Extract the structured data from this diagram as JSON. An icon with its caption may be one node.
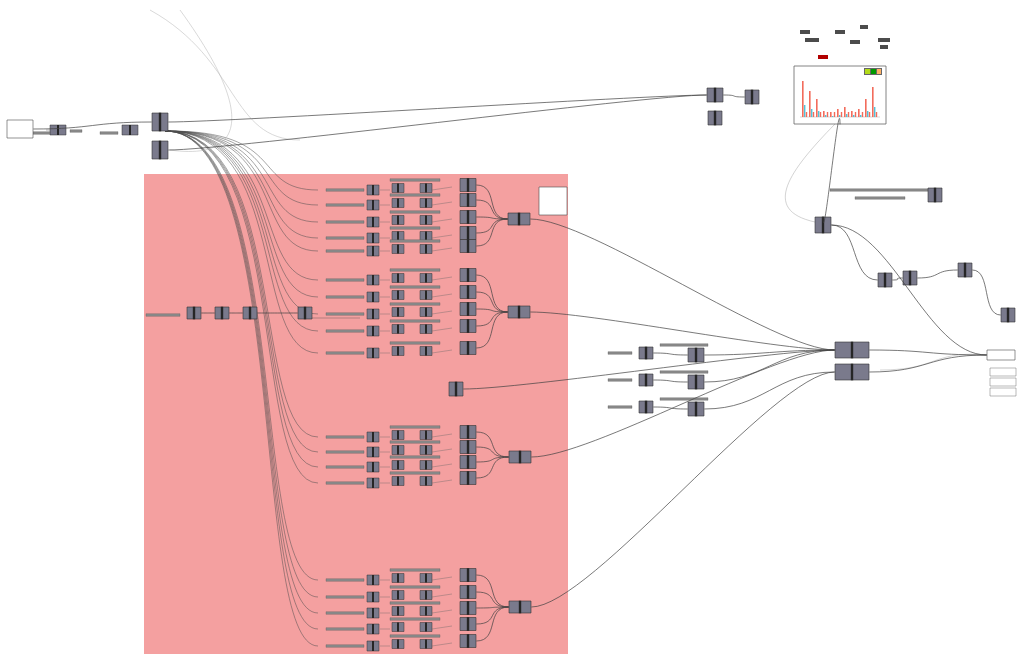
{
  "diagram": {
    "nodes": [
      {
        "text": [],
        "shape": "box"
      },
      {
        "text": [],
        "shape": "box"
      },
      {
        "text": [],
        "shape": "box"
      },
      {
        "text": [],
        "shape": "box"
      },
      {
        "text": [],
        "shape": "box",
        "in": 3
      },
      {
        "text": [],
        "shape": "box",
        "in": 3
      },
      {
        "text": [],
        "shape": "box",
        "in": 3
      },
      {
        "text": [],
        "shape": "box",
        "in": 3
      },
      {
        "text": [],
        "shape": "box",
        "in": 3
      },
      {
        "text": [],
        "shape": "box",
        "in": 3
      },
      {
        "text": [],
        "shape": "box"
      },
      {
        "text": [],
        "shape": "box"
      },
      {
        "text": [],
        "shape": "picture"
      },
      {
        "text": [],
        "shape": "box"
      },
      {
        "text": [],
        "shape": "box"
      },
      {
        "text": [],
        "shape": "box"
      },
      {
        "text": [],
        "shape": "box",
        "in": 3
      },
      {
        "text": [],
        "shape": "box",
        "in": 3
      },
      {
        "text": [],
        "shape": "box",
        "in": 3
      },
      {
        "text": [],
        "shape": "box",
        "in": 3
      },
      {
        "text": [],
        "shape": "box",
        "in": 3
      },
      {
        "text": [],
        "shape": "box",
        "in": 3
      },
      {
        "text": [],
        "shape": "box",
        "in": 3
      },
      {
        "text": [],
        "shape": "box",
        "in": 3
      },
      {
        "text": [],
        "shape": "box",
        "in": 3
      },
      {
        "text": [],
        "shape": "box",
        "in": 3
      },
      {
        "text": [],
        "shape": "box",
        "in": 3
      },
      {
        "text": [],
        "shape": "box",
        "in": 3
      },
      {
        "text": [],
        "shape": "box",
        "in": 3
      },
      {
        "text": [],
        "shape": "box",
        "in": 3
      },
      {
        "text": [],
        "shape": "box",
        "in": 3
      },
      {
        "text": [],
        "shape": "box",
        "in": 3
      },
      {
        "text": [],
        "shape": "box",
        "in": 3
      },
      {
        "text": [],
        "shape": "box",
        "in": 3
      },
      {
        "text": [],
        "shape": "box",
        "in": 3
      },
      {
        "text": [],
        "shape": "box"
      },
      {
        "text": [],
        "shape": "box"
      },
      {
        "text": [],
        "shape": "box"
      },
      {
        "text": [],
        "shape": "box"
      },
      {
        "text": [],
        "shape": "box",
        "in": 3
      },
      {
        "text": [],
        "shape": "box",
        "in": 3
      },
      {
        "text": [],
        "shape": "box",
        "in": 3
      },
      {
        "text": [],
        "shape": "box",
        "in": 3
      },
      {
        "text": [],
        "shape": "box"
      },
      {
        "text": [],
        "shape": "box"
      },
      {
        "text": [],
        "shape": "box"
      },
      {
        "text": [],
        "shape": "box"
      },
      {
        "text": [],
        "shape": "box"
      },
      {
        "text": [],
        "shape": "box"
      },
      {
        "text": [],
        "shape": "box"
      },
      {
        "text": [],
        "shape": "box"
      },
      {
        "text": [],
        "shape": "box"
      }
    ],
    "edges": [
      {
        "from": 0,
        "to": 1,
        "arrow": "none"
      },
      {
        "from": 1,
        "to": 13,
        "arrow": "none"
      },
      {
        "from": 2,
        "to": 13,
        "arrow": "none"
      },
      {
        "from": 5,
        "to": 10,
        "arrow": "none"
      },
      {
        "from": 6,
        "to": 10,
        "arrow": "none"
      },
      {
        "from": 9,
        "to": 10,
        "arrow": "none"
      },
      {
        "from": 7,
        "to": 10,
        "arrow": "none"
      },
      {
        "from": 8,
        "to": 11,
        "arrow": "none"
      },
      {
        "from": 12,
        "to": 14,
        "arrow": "none"
      },
      {
        "from": 14,
        "to": 15,
        "arrow": "none"
      },
      {
        "from": 10,
        "to": 15,
        "arrow": "none"
      },
      {
        "from": 11,
        "to": 15,
        "arrow": "none"
      },
      {
        "from": 16,
        "to": 5,
        "arrow": "none"
      },
      {
        "from": 17,
        "to": 5,
        "arrow": "none"
      },
      {
        "from": 18,
        "to": 5,
        "arrow": "none"
      },
      {
        "from": 19,
        "to": 5,
        "arrow": "none"
      },
      {
        "from": 20,
        "to": 5,
        "arrow": "none"
      },
      {
        "from": 21,
        "to": 6,
        "arrow": "none"
      },
      {
        "from": 22,
        "to": 6,
        "arrow": "none"
      },
      {
        "from": 23,
        "to": 6,
        "arrow": "none"
      },
      {
        "from": 24,
        "to": 6,
        "arrow": "none"
      },
      {
        "from": 25,
        "to": 6,
        "arrow": "none"
      },
      {
        "from": 26,
        "to": 7,
        "arrow": "none"
      },
      {
        "from": 27,
        "to": 7,
        "arrow": "none"
      },
      {
        "from": 28,
        "to": 7,
        "arrow": "none"
      },
      {
        "from": 29,
        "to": 7,
        "arrow": "none"
      },
      {
        "from": 30,
        "to": 8,
        "arrow": "none"
      },
      {
        "from": 31,
        "to": 8,
        "arrow": "none"
      },
      {
        "from": 32,
        "to": 8,
        "arrow": "none"
      },
      {
        "from": 33,
        "to": 8,
        "arrow": "none"
      },
      {
        "from": 34,
        "to": 8,
        "arrow": "none"
      },
      {
        "from": 35,
        "to": 10,
        "arrow": "none"
      },
      {
        "from": 36,
        "to": 10,
        "arrow": "none"
      },
      {
        "from": 37,
        "to": 11,
        "arrow": "none"
      },
      {
        "from": 14,
        "to": 38,
        "arrow": "none"
      },
      {
        "from": 39,
        "to": 40,
        "arrow": "none"
      },
      {
        "from": 40,
        "to": 41,
        "arrow": "none"
      },
      {
        "from": 41,
        "to": 42,
        "arrow": "none"
      },
      {
        "from": 43,
        "to": 35,
        "arrow": "none"
      },
      {
        "from": 44,
        "to": 36,
        "arrow": "none"
      },
      {
        "from": 45,
        "to": 37,
        "arrow": "none"
      },
      {
        "from": 38,
        "to": 46,
        "arrow": "none"
      },
      {
        "from": 46,
        "to": 48,
        "arrow": "none"
      },
      {
        "from": 48,
        "to": 49,
        "arrow": "none"
      },
      {
        "from": 13,
        "to": 50,
        "arrow": "none"
      }
    ]
  }
}
